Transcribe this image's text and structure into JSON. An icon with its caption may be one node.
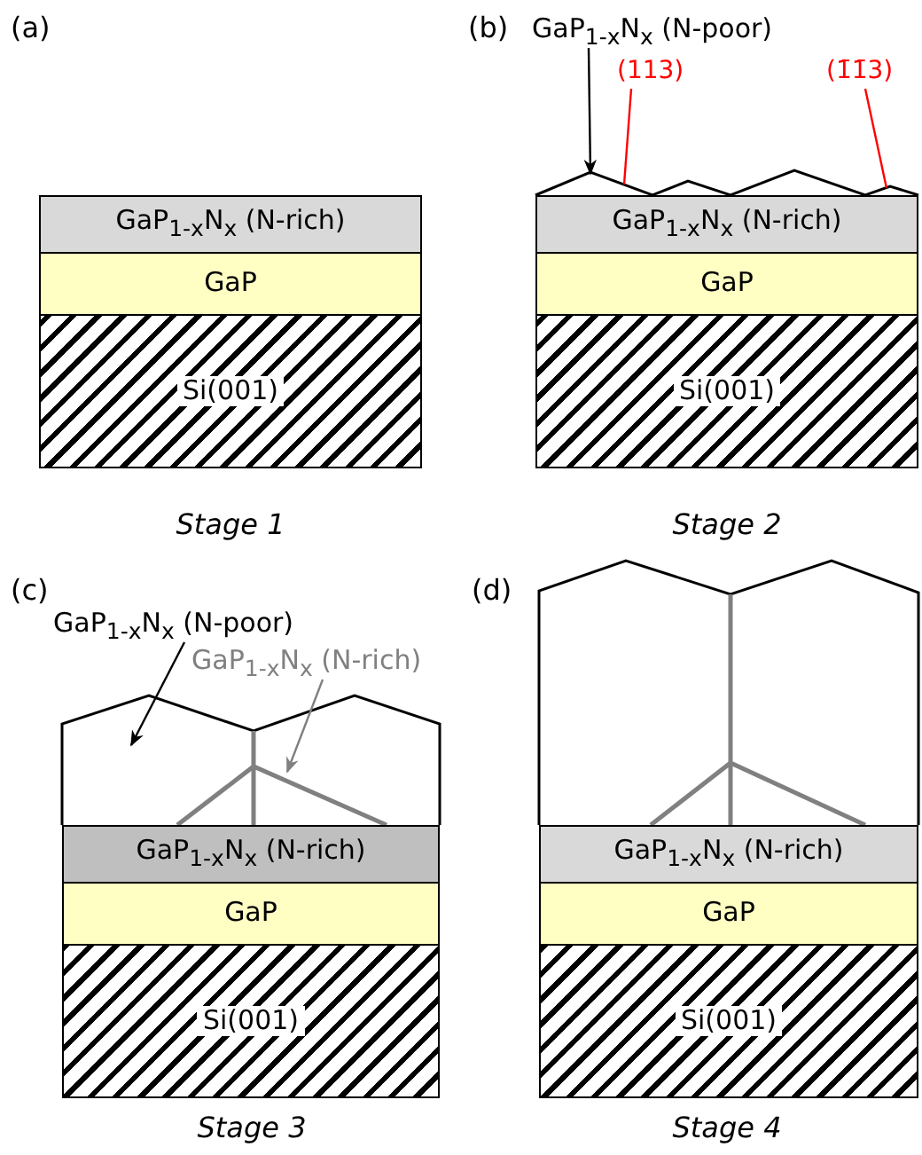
{
  "diagram": {
    "nodes": [
      {
        "text": [
          "GaP$_{1-x}$N$_{x}$ (N-rich)"
        ]
      },
      {
        "text": [
          "GaP"
        ]
      },
      {
        "text": [
          "Si(001)"
        ]
      },
      {
        "text": [
          "GaP$_{1-x}$N$_{x}$ (N-poor)"
        ]
      },
      {
        "text": [
          "(113)"
        ]
      },
      {
        "text": [
          "(1̄1̄3)"
        ]
      },
      {
        "text": [
          "GaP$_{1-x}$N$_{x}$ (N-rich)"
        ]
      },
      {
        "text": [
          "GaP"
        ]
      },
      {
        "text": [
          "Si(001)"
        ]
      },
      {
        "text": [
          "GaP$_{1-x}$N$_{x}$ (N-poor)"
        ]
      },
      {
        "text": [
          "GaP$_{1-x}$N$_{x}$ (N-rich)"
        ]
      },
      {
        "text": [
          "GaP$_{1-x}$N$_{x}$ (N-rich)"
        ]
      },
      {
        "text": [
          "GaP"
        ]
      },
      {
        "text": [
          "Si(001)"
        ]
      },
      {
        "text": [
          "GaP$_{1-x}$N$_{x}$ (N-rich)"
        ]
      },
      {
        "text": [
          "GaP"
        ]
      },
      {
        "text": [
          "Si(001)"
        ]
      },
      {
        "text": [],
        "shape": "polygon"
      },
      {
        "text": [],
        "shape": "polygon"
      },
      {
        "text": [],
        "shape": "line",
        "in": 18
      }
    ],
    "edges": [
      {
        "from": 3,
        "to": 17,
        "arrow": "to"
      },
      {
        "from": 4,
        "to": 17,
        "arrow": "none",
        "color": "#ff0000"
      },
      {
        "from": 5,
        "to": 17,
        "arrow": "none",
        "color": "#ff0000"
      },
      {
        "from": 9,
        "to": 18,
        "arrow": "to"
      },
      {
        "from": 10,
        "to": 19,
        "arrow": "to",
        "color": "#808080"
      }
    ],
    "labels": [
      "(a)",
      "(b)",
      "Stage 1",
      "Stage 2",
      "(c)",
      "(d)",
      "Stage 3",
      "Stage 4"
    ]
  }
}
